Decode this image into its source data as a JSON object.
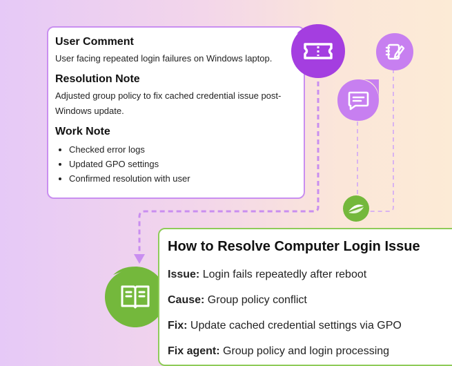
{
  "user_comment": {
    "title": "User Comment",
    "text": "User facing repeated login failures on Windows laptop."
  },
  "resolution_note": {
    "title": "Resolution Note",
    "text": "Adjusted group policy to fix cached credential issue post-Windows update."
  },
  "work_note": {
    "title": "Work Note",
    "items": [
      "Checked error logs",
      "Updated GPO settings",
      "Confirmed resolution with user"
    ]
  },
  "kb_article": {
    "title": "How to Resolve Computer Login Issue",
    "issue_label": "Issue:",
    "issue_text": " Login fails repeatedly after reboot",
    "cause_label": "Cause:",
    "cause_text": " Group policy conflict",
    "fix_label": "Fix:",
    "fix_text": " Update cached credential settings via GPO",
    "fix_agent_label": "Fix agent:",
    "fix_agent_text": " Group policy and login processing"
  },
  "icons": {
    "ticket": "ticket-icon",
    "notes": "notes-edit-icon",
    "chat": "chat-icon",
    "merge": "merge-leaf-icon",
    "book": "knowledge-book-icon"
  },
  "colors": {
    "purple_dark": "#a43ee0",
    "purple_light": "#c77ff0",
    "green": "#74b83c",
    "dash": "#c98ef0"
  }
}
